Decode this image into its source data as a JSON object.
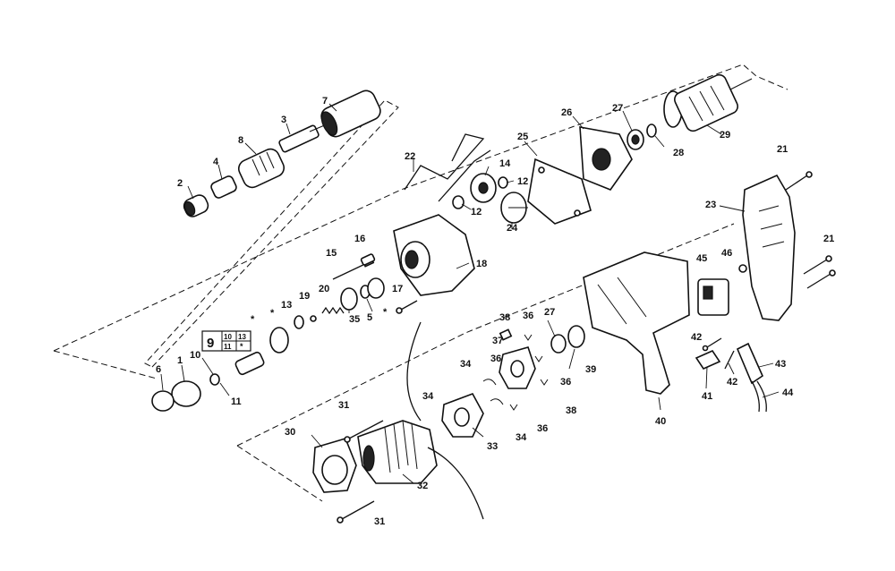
{
  "diagram": {
    "callouts": {
      "p1": "1",
      "p2": "2",
      "p3": "3",
      "p4": "4",
      "p5": "5",
      "p6": "6",
      "p7": "7",
      "p8": "8",
      "p10": "10",
      "p11": "11",
      "p12a": "12",
      "p12b": "12",
      "p13": "13",
      "p14": "14",
      "p15": "15",
      "p16": "16",
      "p17": "17",
      "p18": "18",
      "p19": "19",
      "p20": "20",
      "p21a": "21",
      "p21b": "21",
      "p22": "22",
      "p23": "23",
      "p24": "24",
      "p25": "25",
      "p26": "26",
      "p27a": "27",
      "p27b": "27",
      "p28": "28",
      "p29": "29",
      "p30": "30",
      "p31a": "31",
      "p31b": "31",
      "p32": "32",
      "p33": "33",
      "p34a": "34",
      "p34b": "34",
      "p34c": "34",
      "p35": "35",
      "p36a": "36",
      "p36b": "36",
      "p36c": "36",
      "p36d": "36",
      "p37": "37",
      "p38a": "38",
      "p38b": "38",
      "p39": "39",
      "p40": "40",
      "p41": "41",
      "p42a": "42",
      "p42b": "42",
      "p43": "43",
      "p44": "44",
      "p45": "45",
      "p46": "46",
      "star1": "*",
      "star2": "*",
      "star3": "*"
    },
    "kit_box": {
      "main": "9",
      "cell_a": "10",
      "cell_b": "13",
      "cell_c": "11",
      "cell_d": "*"
    }
  }
}
